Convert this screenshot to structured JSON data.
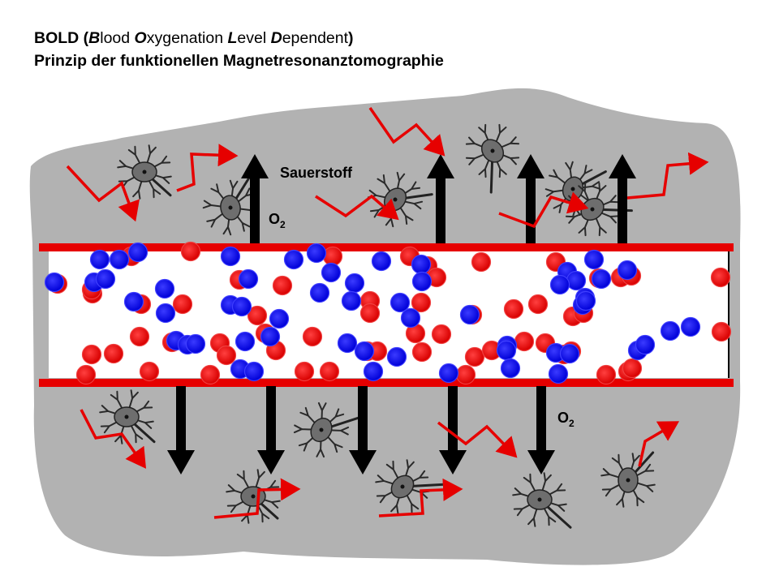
{
  "title": {
    "line1_parts": [
      {
        "t": "BOLD (",
        "style": "plain"
      },
      {
        "t": "B",
        "style": "italic"
      },
      {
        "t": "lood ",
        "style": "rest"
      },
      {
        "t": "O",
        "style": "italic"
      },
      {
        "t": "xygenation ",
        "style": "rest"
      },
      {
        "t": "L",
        "style": "italic"
      },
      {
        "t": "evel ",
        "style": "rest"
      },
      {
        "t": "D",
        "style": "italic"
      },
      {
        "t": "ependent",
        "style": "rest"
      },
      {
        "t": ")",
        "style": "plain"
      }
    ],
    "line2": "Prinzip der funktionellen Magnetresonanztomographie"
  },
  "labels": {
    "oxygen": "Sauerstoff",
    "o2_upper_main": "O",
    "o2_upper_sub": "2",
    "o2_lower_main": "O",
    "o2_lower_sub": "2"
  },
  "colors": {
    "tissue": "#b2b2b2",
    "vessel_wall": "#e60000",
    "oxygenated_cell": "#e60000",
    "deoxygenated_cell": "#0000e6",
    "signal_arrow": "#e60000",
    "neuron": "#6e6e6e",
    "oxygen_arrow": "#000000"
  }
}
